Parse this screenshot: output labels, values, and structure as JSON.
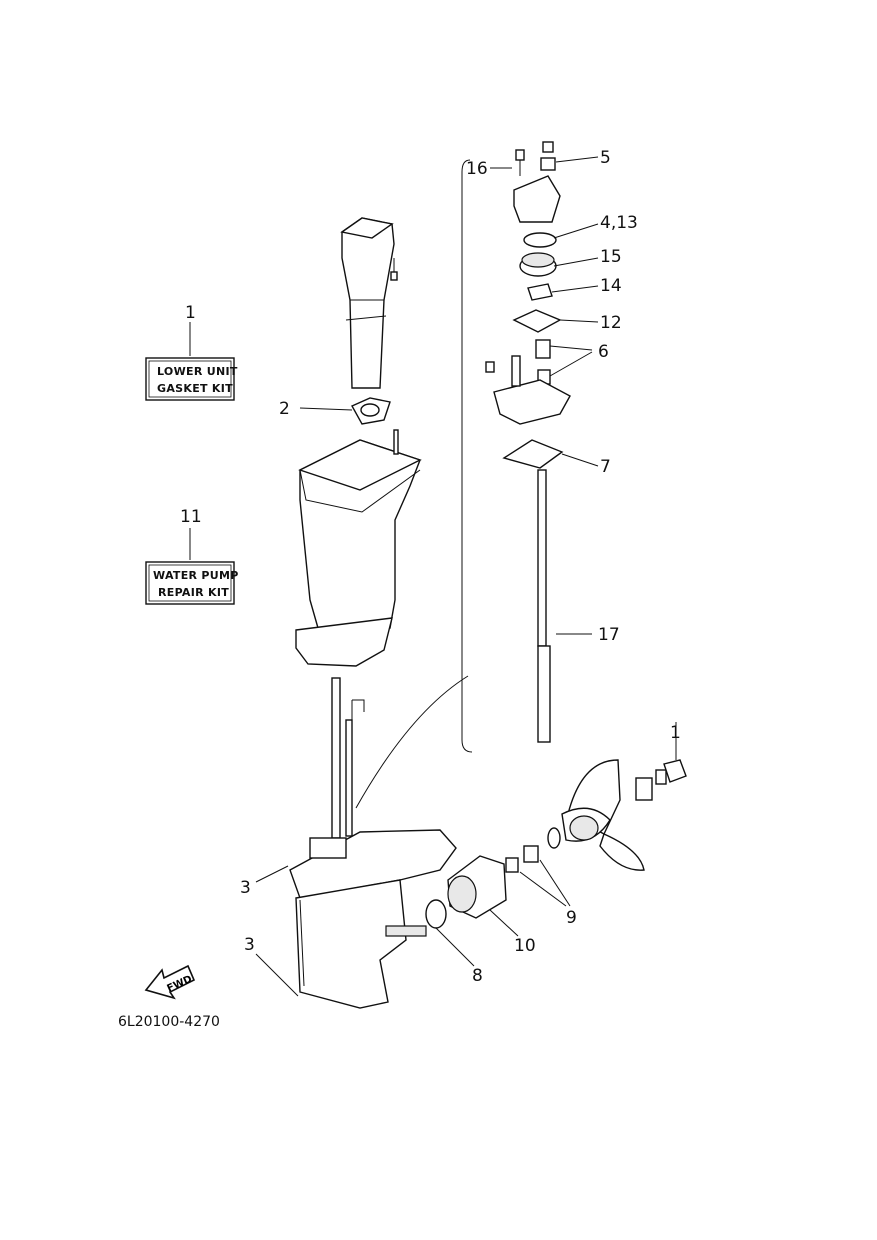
{
  "callouts": {
    "c1_top": "1",
    "c1_kit": "1",
    "c2": "2",
    "c3_upper": "3",
    "c3_lower": "3",
    "c4_13": "4,13",
    "c5": "5",
    "c6": "6",
    "c7": "7",
    "c8": "8",
    "c9": "9",
    "c10": "10",
    "c11": "11",
    "c12": "12",
    "c14": "14",
    "c15": "15",
    "c16": "16",
    "c17": "17"
  },
  "kits": {
    "lower_unit_line1": "LOWER UNIT",
    "lower_unit_line2": "GASKET KIT",
    "water_pump_line1": "WATER PUMP",
    "water_pump_line2": "REPAIR KIT"
  },
  "direction_arrow": "FWD",
  "diagram_code": "6L20100-4270",
  "icons": [
    "fwd-arrow-icon"
  ]
}
